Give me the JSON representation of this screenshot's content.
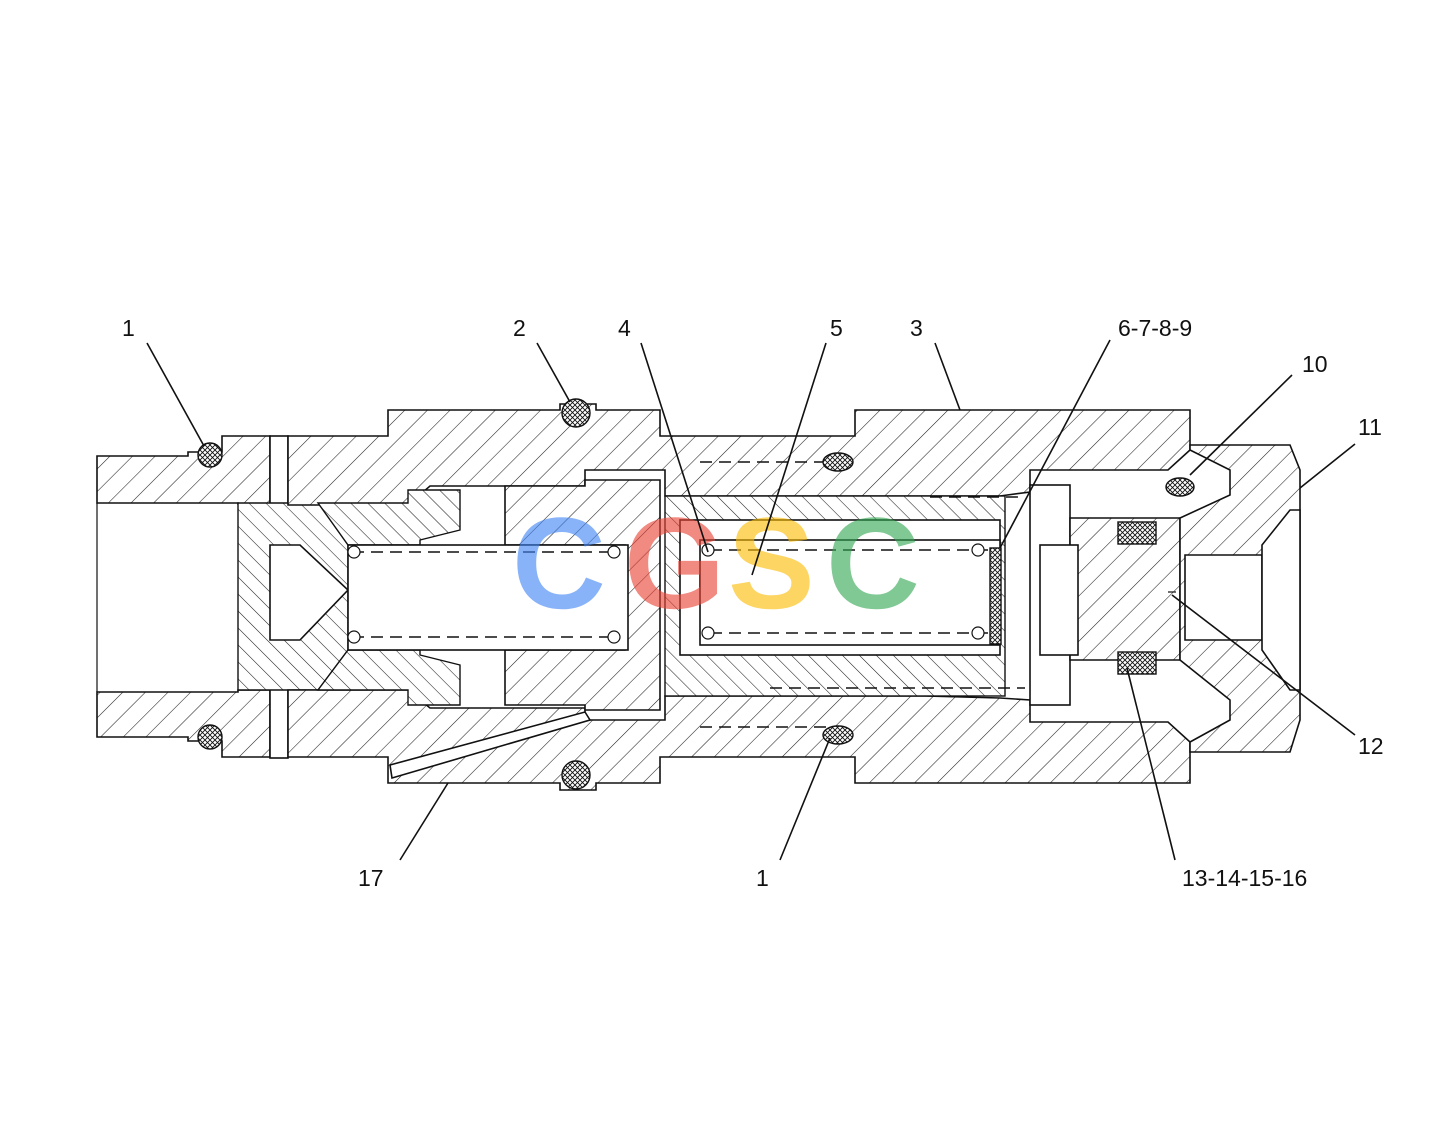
{
  "diagram": {
    "callouts": [
      {
        "id": "c1a",
        "label": "1"
      },
      {
        "id": "c2",
        "label": "2"
      },
      {
        "id": "c4",
        "label": "4"
      },
      {
        "id": "c5",
        "label": "5"
      },
      {
        "id": "c3",
        "label": "3"
      },
      {
        "id": "c6789",
        "label": "6-7-8-9"
      },
      {
        "id": "c10",
        "label": "10"
      },
      {
        "id": "c11",
        "label": "11"
      },
      {
        "id": "c12",
        "label": "12"
      },
      {
        "id": "c17",
        "label": "17"
      },
      {
        "id": "c1b",
        "label": "1"
      },
      {
        "id": "c13141516",
        "label": "13-14-15-16"
      }
    ]
  },
  "watermark": {
    "letters": [
      "C",
      "G",
      "S",
      "C"
    ],
    "colors": [
      "#4285f4",
      "#ea4335",
      "#fbbc05",
      "#34a853"
    ]
  }
}
